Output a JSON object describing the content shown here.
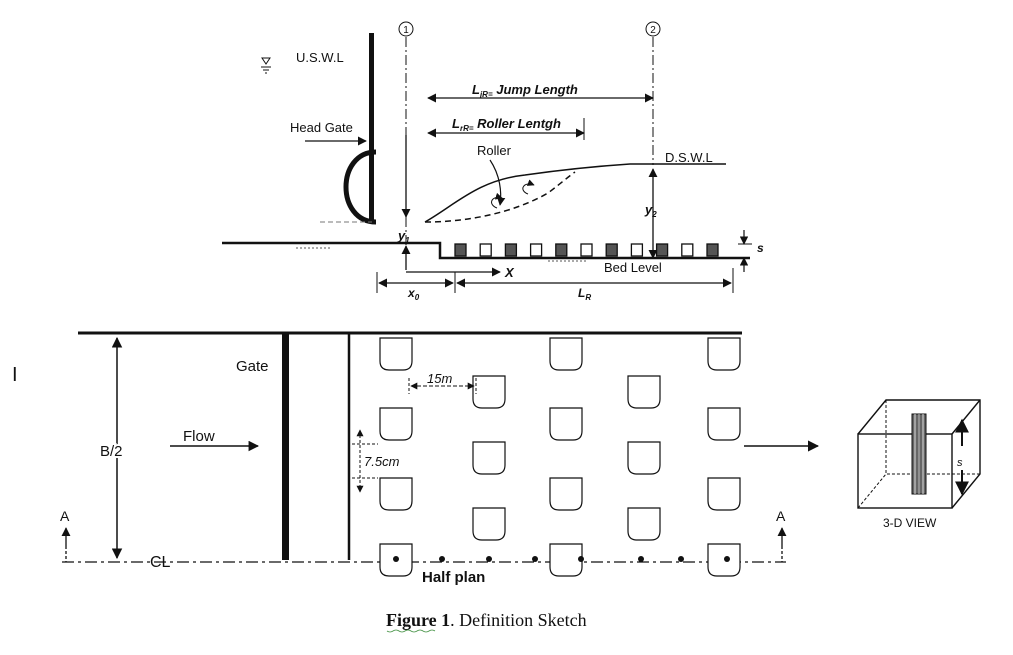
{
  "profile": {
    "upstream_level": "U.S.W.L",
    "head_gate": "Head Gate",
    "section_1": "1",
    "section_2": "2",
    "jump_length": "L",
    "jump_length_sub": "jR=",
    "jump_length_text": " Jump Length",
    "roller_length": "L",
    "roller_length_sub": "rR=",
    "roller_length_text": " Roller Lentgh",
    "roller": "Roller",
    "downstream_level": "D.S.W.L",
    "y1": "y",
    "y1_sub": "1",
    "y2": "y",
    "y2_sub": "2",
    "x": "X",
    "x0": "x",
    "x0_sub": "0",
    "lr": "L",
    "lr_sub": "R",
    "s": "s",
    "bed_level": "Bed Level"
  },
  "plan": {
    "mark": "I",
    "gate": "Gate",
    "flow": "Flow",
    "b_half": "B/2",
    "spacing_long": "15m",
    "spacing_trans": "7.5cm",
    "section_left": "A",
    "section_right": "A",
    "centerline": "CL",
    "title": "Half plan"
  },
  "view3d": {
    "s": "s",
    "label": "3-D VIEW"
  },
  "caption": {
    "figure": "Figure  1",
    "rest": ". Definition Sketch"
  }
}
